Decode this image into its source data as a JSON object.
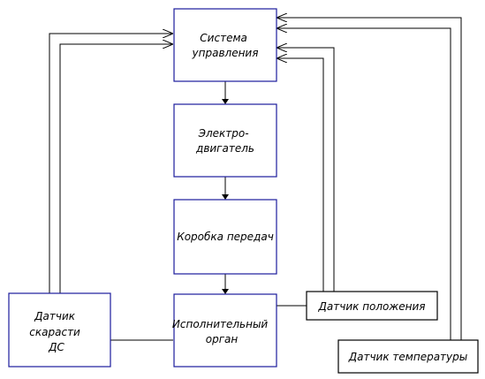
{
  "blocks": {
    "control_system": [
      "Система",
      "управления"
    ],
    "motor": [
      "Электро-",
      "двигатель"
    ],
    "gearbox": [
      "Коробка передач"
    ],
    "actuator": [
      "Исполнительный",
      "орган"
    ],
    "speed_sensor": [
      "Датчик",
      "скарасти",
      "ДС"
    ],
    "position_sensor": [
      "Датчик положения"
    ],
    "temperature_sensor": [
      "Датчик температуры"
    ]
  },
  "colors": {
    "main_block_stroke": "#1c1c9c",
    "sensor_block_stroke": "#000000",
    "lines": "#000000"
  }
}
